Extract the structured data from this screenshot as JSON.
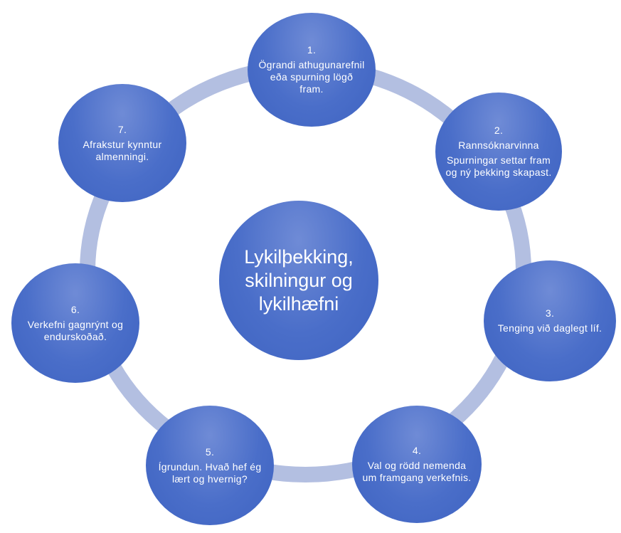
{
  "center": {
    "text": "Lykilþekking, skilningur og lykilhæfni"
  },
  "nodes": [
    {
      "number": "1.",
      "text": "Ögrandi athugunarefnil eða spurning lögð fram."
    },
    {
      "number": "2.",
      "text": "Rannsóknarvinna",
      "text2": "Spurningar settar fram og  ný þekking skapast."
    },
    {
      "number": "3.",
      "text": "Tenging við daglegt líf."
    },
    {
      "number": "4.",
      "text": "Val og rödd nemenda um framgang verkefnis."
    },
    {
      "number": "5.",
      "text": "Ígrundun. Hvað hef ég lært og hvernig?"
    },
    {
      "number": "6.",
      "text": "Verkefni gagnrýnt og endurskoðað."
    },
    {
      "number": "7.",
      "text": "Afrakstur kynntur almenningi."
    }
  ],
  "colors": {
    "circle_fill": "#4a6ec9",
    "ring": "#b3bfe1",
    "text": "#ffffff"
  }
}
